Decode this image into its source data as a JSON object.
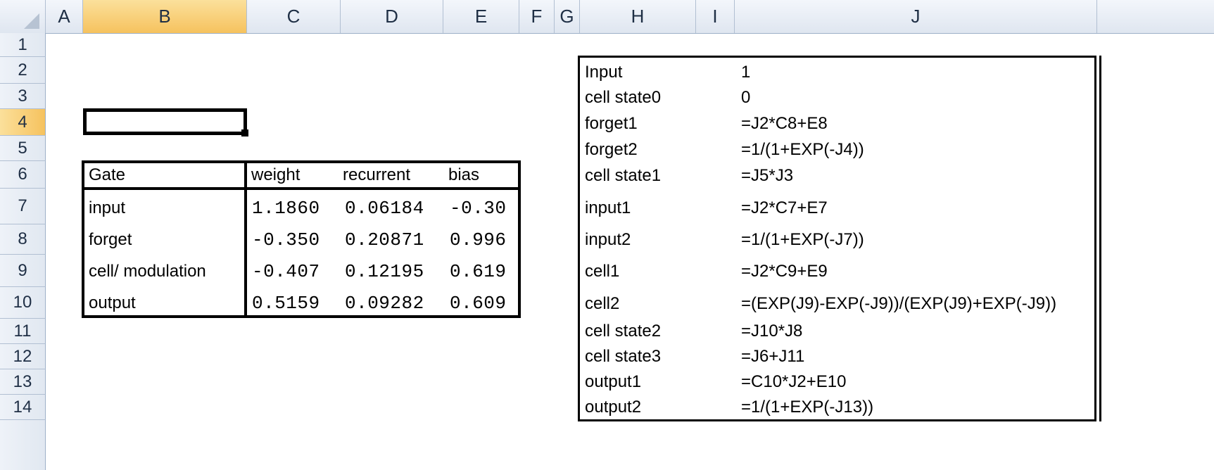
{
  "columns": [
    "A",
    "B",
    "C",
    "D",
    "E",
    "F",
    "G",
    "H",
    "I",
    "J"
  ],
  "rows": [
    "1",
    "2",
    "3",
    "4",
    "5",
    "6",
    "7",
    "8",
    "9",
    "10",
    "11",
    "12",
    "13",
    "14"
  ],
  "selected_cell": {
    "col": "B",
    "row": "4"
  },
  "gate_table": {
    "header": {
      "gate": "Gate",
      "weight": "weight",
      "recurrent": "recurrent",
      "bias": "bias"
    },
    "rows": [
      {
        "gate": "input",
        "weight": "1.1860",
        "recurrent": "0.06184",
        "bias": "-0.30"
      },
      {
        "gate": "forget",
        "weight": "-0.350",
        "recurrent": "0.20871",
        "bias": "0.996"
      },
      {
        "gate": "cell/ modulation",
        "weight": "-0.407",
        "recurrent": "0.12195",
        "bias": "0.619"
      },
      {
        "gate": "output",
        "weight": "0.5159",
        "recurrent": "0.09282",
        "bias": "0.609"
      }
    ]
  },
  "formula_table": {
    "rows": [
      {
        "label": "Input",
        "value": "1"
      },
      {
        "label": "cell state0",
        "value": "0"
      },
      {
        "label": "forget1",
        "value": "=J2*C8+E8"
      },
      {
        "label": "forget2",
        "value": "=1/(1+EXP(-J4))"
      },
      {
        "label": "cell state1",
        "value": "=J5*J3"
      },
      {
        "label": "input1",
        "value": "=J2*C7+E7"
      },
      {
        "label": "input2",
        "value": "=1/(1+EXP(-J7))"
      },
      {
        "label": "cell1",
        "value": "=J2*C9+E9"
      },
      {
        "label": "cell2",
        "value": "=(EXP(J9)-EXP(-J9))/(EXP(J9)+EXP(-J9))"
      },
      {
        "label": "cell state2",
        "value": "=J10*J8"
      },
      {
        "label": "cell state3",
        "value": "=J6+J11"
      },
      {
        "label": "output1",
        "value": "=C10*J2+E10"
      },
      {
        "label": "output2",
        "value": "=1/(1+EXP(-J13))"
      }
    ]
  }
}
